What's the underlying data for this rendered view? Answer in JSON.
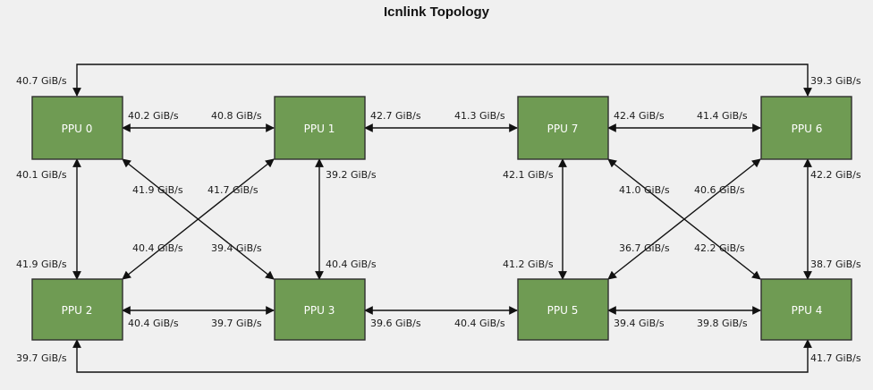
{
  "title": "Icnlink Topology",
  "colors": {
    "node_fill": "#6f9b53",
    "node_border": "#2f2f2f",
    "line": "#111111",
    "background": "#f0f0f0"
  },
  "nodes": {
    "ppu0": "PPU 0",
    "ppu1": "PPU 1",
    "ppu2": "PPU 2",
    "ppu3": "PPU 3",
    "ppu4": "PPU 4",
    "ppu5": "PPU 5",
    "ppu6": "PPU 6",
    "ppu7": "PPU 7"
  },
  "links": {
    "ppu0_ppu6_top": {
      "from": "40.7 GiB/s",
      "to": "39.3 GiB/s"
    },
    "ppu2_ppu4_bottom": {
      "from": "39.7 GiB/s",
      "to": "41.7 GiB/s"
    },
    "ppu0_ppu1": {
      "from": "40.2 GiB/s",
      "to": "40.8 GiB/s"
    },
    "ppu1_ppu7": {
      "from": "42.7 GiB/s",
      "to": "41.3 GiB/s"
    },
    "ppu7_ppu6": {
      "from": "42.4 GiB/s",
      "to": "41.4 GiB/s"
    },
    "ppu2_ppu3": {
      "from": "40.4 GiB/s",
      "to": "39.7 GiB/s"
    },
    "ppu3_ppu5": {
      "from": "39.6 GiB/s",
      "to": "40.4 GiB/s"
    },
    "ppu5_ppu4": {
      "from": "39.4 GiB/s",
      "to": "39.8 GiB/s"
    },
    "ppu0_ppu2": {
      "from": "40.1 GiB/s",
      "to": "41.9 GiB/s"
    },
    "ppu1_ppu3": {
      "from": "39.2 GiB/s",
      "to": "40.4 GiB/s"
    },
    "ppu7_ppu5": {
      "from": "42.1 GiB/s",
      "to": "41.2 GiB/s"
    },
    "ppu6_ppu4": {
      "from": "42.2 GiB/s",
      "to": "38.7 GiB/s"
    },
    "ppu0_ppu3": {
      "from": "41.9 GiB/s",
      "to": "39.4 GiB/s"
    },
    "ppu1_ppu2": {
      "from": "41.7 GiB/s",
      "to": "40.4 GiB/s"
    },
    "ppu7_ppu4": {
      "from": "41.0 GiB/s",
      "to": "42.2 GiB/s"
    },
    "ppu6_ppu5": {
      "from": "40.6 GiB/s",
      "to": "36.7 GiB/s"
    }
  }
}
